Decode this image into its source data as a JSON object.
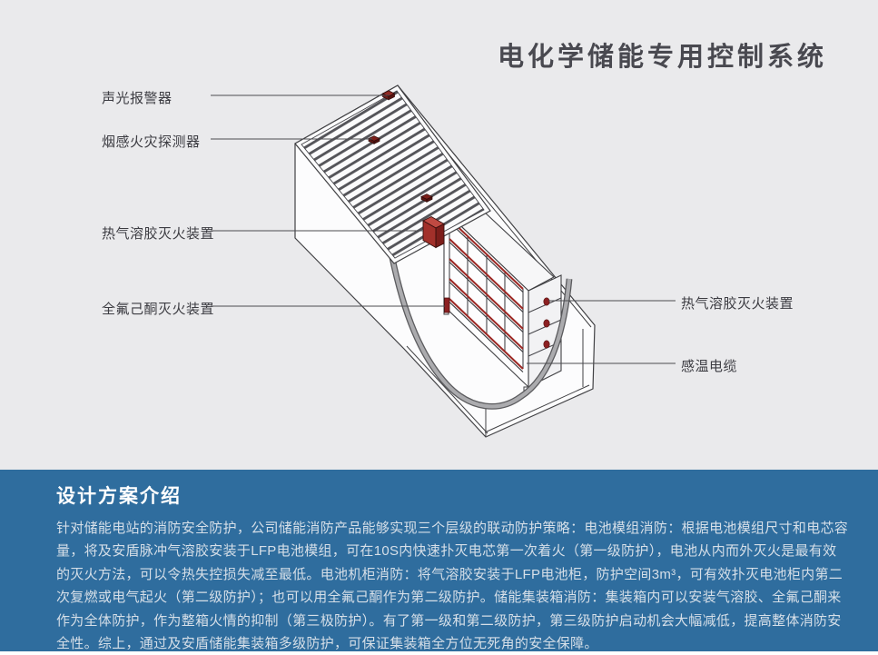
{
  "title": "电化学储能专用控制系统",
  "colors": {
    "section_background": "#eaeaec",
    "intro_background": "#2f6d9e",
    "accent_red": "#9c2723",
    "outline_gray": "#414144"
  },
  "diagram": {
    "labels": {
      "sound_light_alarm": "声光报警器",
      "smoke_detector": "烟感火灾探测器",
      "aerosol_left": "热气溶胶灭火装置",
      "perfluorohexanone": "全氟己酮灭火装置",
      "aerosol_right": "热气溶胶灭火装置",
      "thermal_cable": "感温电缆"
    }
  },
  "intro": {
    "heading": "设计方案介绍",
    "lines": [
      "针对储能电站的消防安全防护，公司储能消防产品能够实现三个层级的联动防护策略：电池模组消防：根据电池模组尺寸和电芯容",
      "量，将及安盾脉冲气溶胶安装于LFP电池模组，可在10S内快速扑灭电芯第一次着火（第一级防护），电池从内而外灭火是最有效",
      "的灭火方法，可以令热失控损失减至最低。电池机柜消防：将气溶胶安装于LFP电池柜，防护空间3m³，可有效扑灭电池柜内第二",
      "次复燃或电气起火（第二级防护）；也可以用全氟己酮作为第二级防护。储能集装箱消防：集装箱内可以安装气溶胶、全氟己酮来",
      "作为全体防护，作为整箱火情的抑制（第三极防护）。有了第一级和第二级防护，第三级防护启动机会大幅减低，提高整体消防安",
      "全性。综上，通过及安盾储能集装箱多级防护，可保证集装箱全方位无死角的安全保障。"
    ]
  }
}
